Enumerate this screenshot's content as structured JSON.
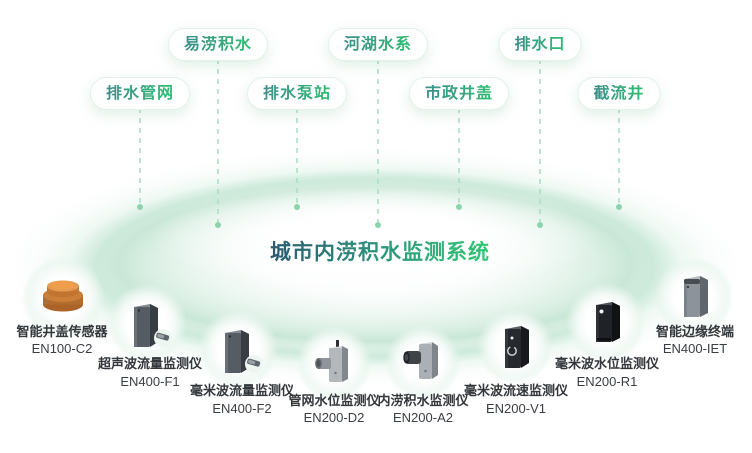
{
  "title": "城市内涝积水监测系统",
  "colors": {
    "accent_green": "#2ec06e",
    "accent_teal": "#3e8e8a",
    "title_gradient_start": "#2b5a72",
    "title_gradient_end": "#30c973",
    "connector_green": "#a9dcc2",
    "dot_green": "#8ed3ad",
    "ellipse_rim": "#c9e7d6",
    "label_text": "#33373b",
    "manhole_sensor_orange": "#e69b52"
  },
  "scene_tags": [
    {
      "label": "排水管网"
    },
    {
      "label": "易涝积水"
    },
    {
      "label": "排水泵站"
    },
    {
      "label": "河湖水系"
    },
    {
      "label": "市政井盖"
    },
    {
      "label": "排水口"
    },
    {
      "label": "截流井"
    }
  ],
  "devices": [
    {
      "name": "智能井盖传感器",
      "model": "EN100-C2",
      "icon": "manhole-cover-sensor-icon"
    },
    {
      "name": "超声波流量监测仪",
      "model": "EN400-F1",
      "icon": "ultrasonic-flowmeter-icon"
    },
    {
      "name": "毫米波流量监测仪",
      "model": "EN400-F2",
      "icon": "mmwave-flowmeter-icon"
    },
    {
      "name": "管网水位监测仪",
      "model": "EN200-D2",
      "icon": "pipe-level-monitor-icon"
    },
    {
      "name": "内涝积水监测仪",
      "model": "EN200-A2",
      "icon": "waterlogging-monitor-icon"
    },
    {
      "name": "毫米波流速监测仪",
      "model": "EN200-V1",
      "icon": "mmwave-velocity-monitor-icon"
    },
    {
      "name": "毫米波水位监测仪",
      "model": "EN200-R1",
      "icon": "mmwave-level-monitor-icon"
    },
    {
      "name": "智能边缘终端",
      "model": "EN400-IET",
      "icon": "edge-terminal-icon"
    }
  ]
}
